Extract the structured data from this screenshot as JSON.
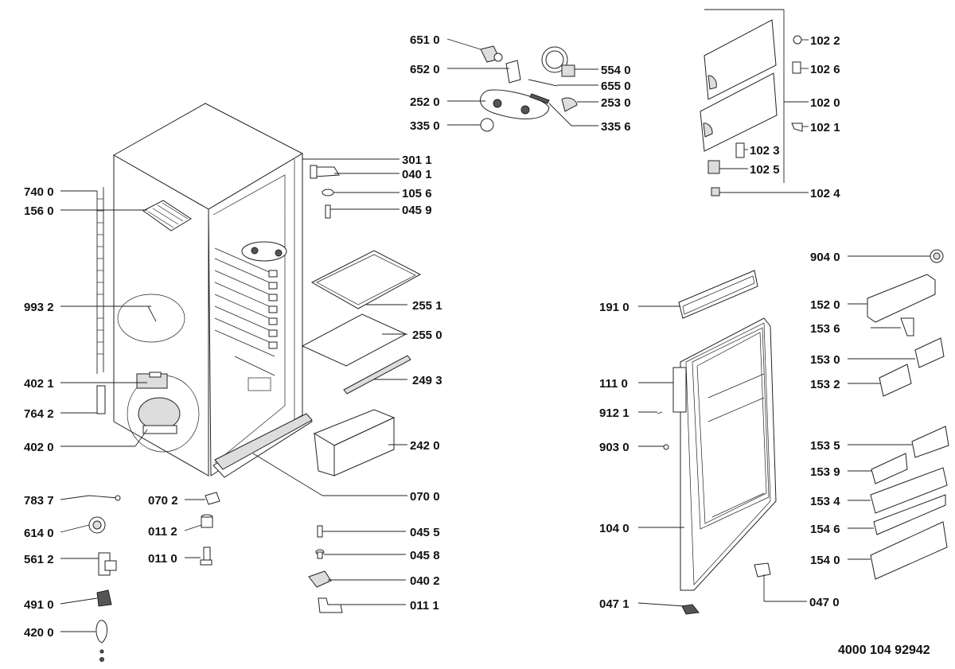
{
  "labels": {
    "l6510": "651 0",
    "l6520": "652 0",
    "l2520": "252 0",
    "l3350": "335 0",
    "l5540": "554 0",
    "l6550": "655 0",
    "l2530": "253 0",
    "l3356": "335 6",
    "l3011": "301 1",
    "l0401": "040 1",
    "l1056": "105 6",
    "l0459": "045 9",
    "l7400": "740 0",
    "l1560": "156 0",
    "l9932": "993 2",
    "l4021": "402 1",
    "l7642": "764 2",
    "l4020": "402 0",
    "l2551": "255 1",
    "l2550": "255 0",
    "l2493": "249 3",
    "l2420": "242 0",
    "l0700": "070 0",
    "l7837": "783 7",
    "l6140": "614 0",
    "l5612": "561 2",
    "l4910": "491 0",
    "l4200": "420 0",
    "l0702": "070 2",
    "l0112": "011 2",
    "l0110": "011 0",
    "l0455": "045 5",
    "l0458": "045 8",
    "l0402": "040 2",
    "l0111": "011 1",
    "l1022": "102 2",
    "l1026": "102 6",
    "l1020": "102 0",
    "l1021": "102 1",
    "l1023": "102 3",
    "l1025": "102 5",
    "l1024": "102 4",
    "l9040": "904 0",
    "l1520": "152 0",
    "l1536": "153 6",
    "l1530": "153 0",
    "l1532": "153 2",
    "l1535": "153 5",
    "l1539": "153 9",
    "l1534": "153 4",
    "l1546": "154 6",
    "l1540": "154 0",
    "l1910": "191 0",
    "l1110": "111 0",
    "l9121": "912 1",
    "l9030": "903 0",
    "l1040": "104 0",
    "l0471": "047 1",
    "l0470": "047 0",
    "doc_code": "4000 104 92942"
  }
}
